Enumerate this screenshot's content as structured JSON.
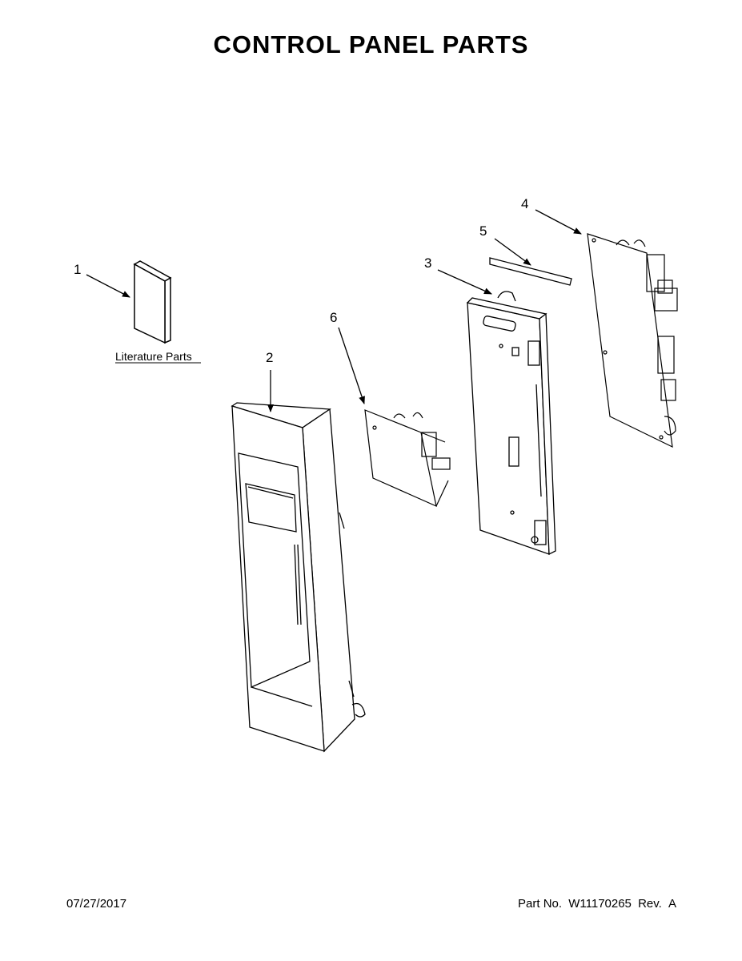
{
  "title": "CONTROL PANEL PARTS",
  "callouts": [
    "1",
    "2",
    "3",
    "4",
    "5",
    "6"
  ],
  "literature_label": "Literature Parts",
  "footer": {
    "date": "07/27/2017",
    "part_no_label": "Part No.",
    "part_no": "W11170265",
    "rev_label": "Rev.",
    "rev": "A"
  }
}
